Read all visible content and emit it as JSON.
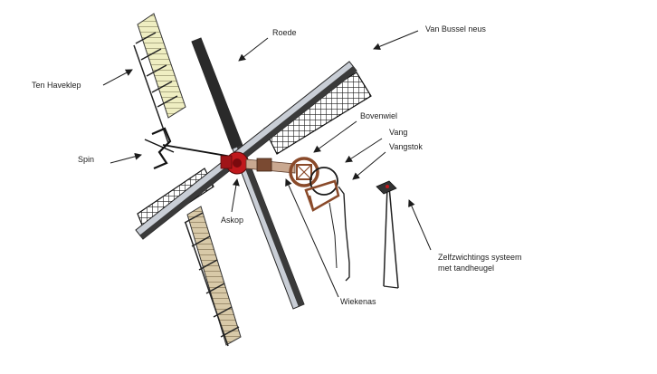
{
  "labels": {
    "roede": "Roede",
    "van_bussel_neus": "Van Bussel neus",
    "ten_haveklep": "Ten Haveklep",
    "bovenwiel": "Bovenwiel",
    "vang": "Vang",
    "vangstok": "Vangstok",
    "spin": "Spin",
    "askop": "Askop",
    "zelfzwichting_line1": "Zelfzwichtings systeem",
    "zelfzwichting_line2": "met tandheugel",
    "wiekenas": "Wiekenas"
  },
  "colors": {
    "roede_dark": "#3a3a3a",
    "roede_light": "#c9ced6",
    "lattice": "#1e1e1e",
    "klep_yellow": "#efeec2",
    "klep_tan": "#d8c9a8",
    "askop": "#c0181c",
    "wood": "#8a4a2a",
    "leader": "#1c1c1c"
  }
}
